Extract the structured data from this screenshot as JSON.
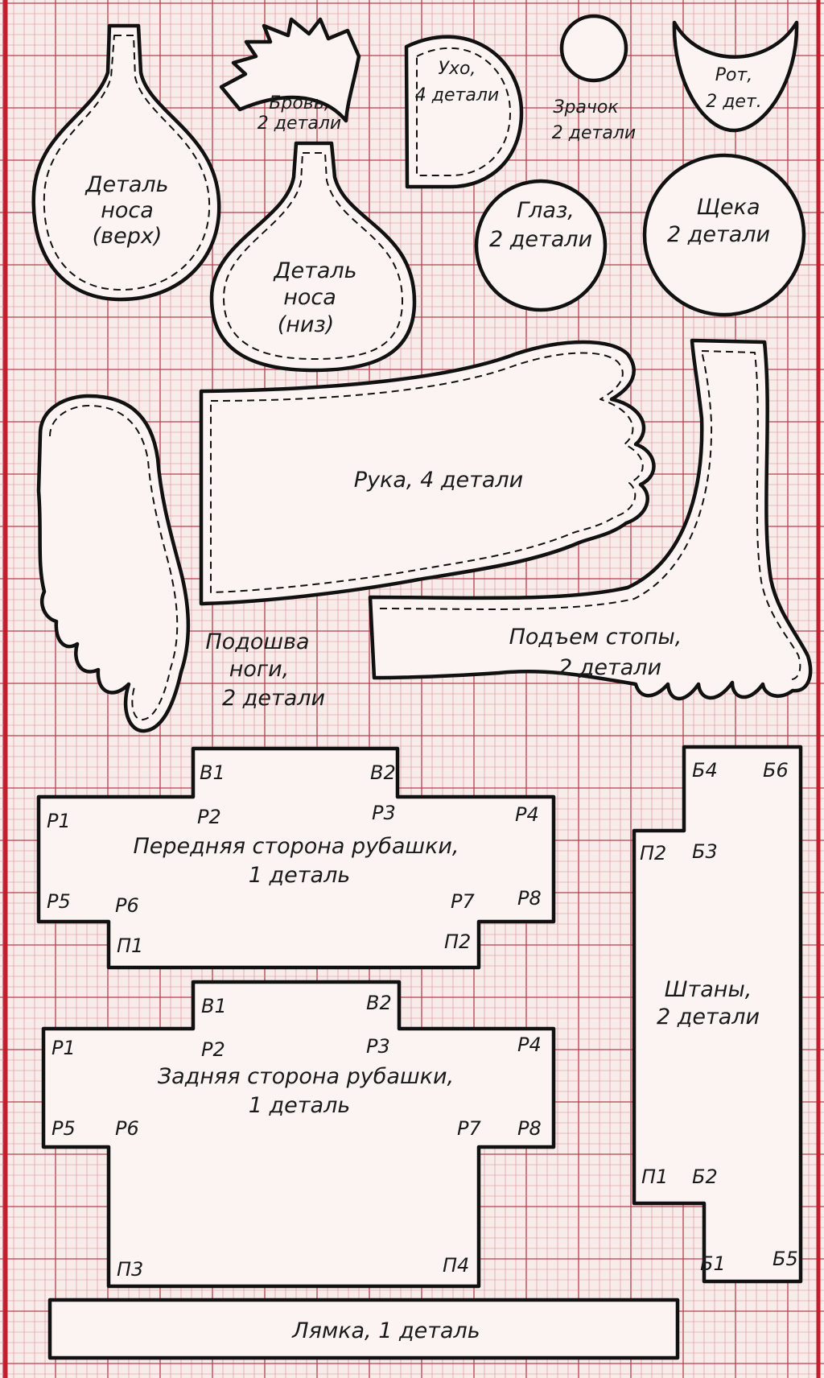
{
  "colors": {
    "paper": "#f7ecea",
    "grid_minor": "#d98a93",
    "grid_major": "#b63e4c",
    "frame_red": "#c21f2e",
    "ink": "#111111"
  },
  "labels": {
    "nose_top": [
      "Деталь",
      "носа",
      "(верх)"
    ],
    "nose_bottom": [
      "Деталь",
      "носа",
      "(низ)"
    ],
    "eyebrow": [
      "Бровь,",
      "2 детали"
    ],
    "ear": [
      "Ухо,",
      "4 детали"
    ],
    "pupil": [
      "Зрачок",
      "2 детали"
    ],
    "mouth": [
      "Рот,",
      "2 дет."
    ],
    "eye": [
      "Глаз,",
      "2 детали"
    ],
    "cheek": [
      "Щека",
      "2 детали"
    ],
    "hand": "Рука, 4 детали",
    "sole": [
      "Подошва",
      "ноги,",
      "2 детали"
    ],
    "instep": [
      "Подъем стопы,",
      "2 детали"
    ],
    "shirt_front": [
      "Передняя сторона рубашки,",
      "1 деталь"
    ],
    "shirt_back": [
      "Задняя сторона рубашки,",
      "1 деталь"
    ],
    "pants": [
      "Штаны,",
      "2 детали"
    ],
    "strap": "Лямка, 1 деталь"
  },
  "points": {
    "front": {
      "B1": "В1",
      "B2": "В2",
      "P1": "Р1",
      "P2": "Р2",
      "P3": "Р3",
      "P4": "Р4",
      "P5": "Р5",
      "P6": "Р6",
      "P7": "Р7",
      "P8": "Р8",
      "N1": "П1",
      "N2": "П2"
    },
    "back": {
      "B1": "В1",
      "B2": "В2",
      "P1": "Р1",
      "P2": "Р2",
      "P3": "Р3",
      "P4": "Р4",
      "P5": "Р5",
      "P6": "Р6",
      "P7": "Р7",
      "P8": "Р8",
      "N3": "П3",
      "N4": "П4"
    },
    "pants": {
      "B1": "Б1",
      "B2": "Б2",
      "B3": "Б3",
      "B4": "Б4",
      "B5": "Б5",
      "B6": "Б6",
      "N1": "П1",
      "N2": "П2"
    }
  }
}
